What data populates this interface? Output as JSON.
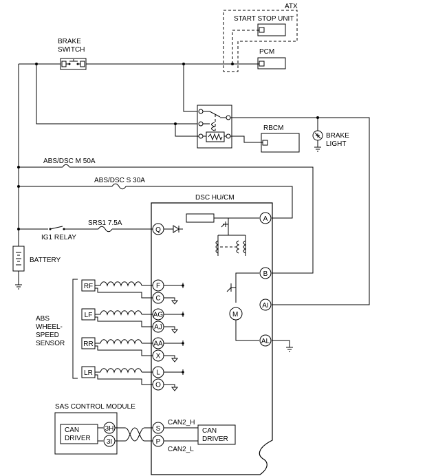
{
  "labels": {
    "atx": "ATX",
    "start_stop_unit": "START STOP UNIT",
    "pcm": "PCM",
    "brake_switch_line1": "BRAKE",
    "brake_switch_line2": "SWITCH",
    "rbcm": "RBCM",
    "brake_light_line1": "BRAKE",
    "brake_light_line2": "LIGHT",
    "abs_dsc_m": "ABS/DSC M 50A",
    "abs_dsc_s": "ABS/DSC S 30A",
    "srs1": "SRS1 7.5A",
    "ig1_relay": "IG1 RELAY",
    "battery": "BATTERY",
    "dsc_hucm": "DSC HU/CM",
    "abs_sensor_1": "ABS",
    "abs_sensor_2": "WHEEL-",
    "abs_sensor_3": "SPEED",
    "abs_sensor_4": "SENSOR",
    "sas_control_module": "SAS CONTROL MODULE",
    "can_driver_1": "CAN",
    "can_driver_2": "DRIVER",
    "can2_h": "CAN2_H",
    "can2_l": "CAN2_L",
    "motor": "M"
  },
  "sensors": [
    {
      "label": "RF",
      "pins": [
        "F",
        "C"
      ]
    },
    {
      "label": "LF",
      "pins": [
        "AG",
        "AJ"
      ]
    },
    {
      "label": "RR",
      "pins": [
        "AA",
        "X"
      ]
    },
    {
      "label": "LR",
      "pins": [
        "L",
        "O"
      ]
    }
  ],
  "dsc_left_pin_q": "Q",
  "dsc_right_pins": [
    "A",
    "B",
    "AI",
    "AL"
  ],
  "sas_pins": [
    "3H",
    "3I"
  ],
  "can_pins": [
    "S",
    "P"
  ]
}
